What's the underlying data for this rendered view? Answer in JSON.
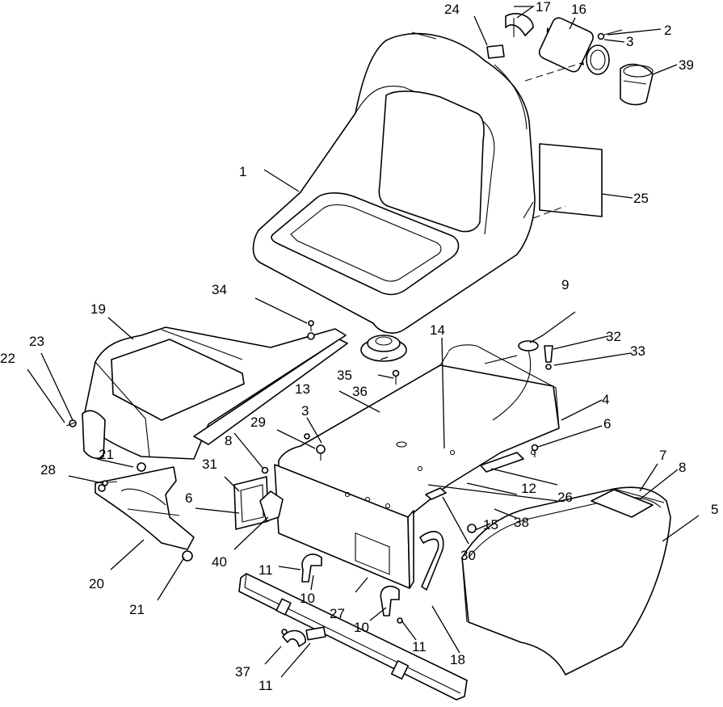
{
  "callouts": [
    {
      "id": "c1",
      "label": "1"
    },
    {
      "id": "c2",
      "label": "2"
    },
    {
      "id": "c3a",
      "label": "3"
    },
    {
      "id": "c3b",
      "label": "3"
    },
    {
      "id": "c4",
      "label": "4"
    },
    {
      "id": "c5",
      "label": "5"
    },
    {
      "id": "c6a",
      "label": "6"
    },
    {
      "id": "c6b",
      "label": "6"
    },
    {
      "id": "c7",
      "label": "7"
    },
    {
      "id": "c8a",
      "label": "8"
    },
    {
      "id": "c8b",
      "label": "8"
    },
    {
      "id": "c9",
      "label": "9"
    },
    {
      "id": "c10a",
      "label": "10"
    },
    {
      "id": "c10b",
      "label": "10"
    },
    {
      "id": "c11a",
      "label": "11"
    },
    {
      "id": "c11b",
      "label": "11"
    },
    {
      "id": "c11c",
      "label": "11"
    },
    {
      "id": "c12",
      "label": "12"
    },
    {
      "id": "c13",
      "label": "13"
    },
    {
      "id": "c14",
      "label": "14"
    },
    {
      "id": "c15",
      "label": "15"
    },
    {
      "id": "c16",
      "label": "16"
    },
    {
      "id": "c17",
      "label": "17"
    },
    {
      "id": "c18",
      "label": "18"
    },
    {
      "id": "c19",
      "label": "19"
    },
    {
      "id": "c20",
      "label": "20"
    },
    {
      "id": "c21a",
      "label": "21"
    },
    {
      "id": "c21b",
      "label": "21"
    },
    {
      "id": "c22",
      "label": "22"
    },
    {
      "id": "c23",
      "label": "23"
    },
    {
      "id": "c24",
      "label": "24"
    },
    {
      "id": "c25",
      "label": "25"
    },
    {
      "id": "c26",
      "label": "26"
    },
    {
      "id": "c27",
      "label": "27"
    },
    {
      "id": "c28",
      "label": "28"
    },
    {
      "id": "c29",
      "label": "29"
    },
    {
      "id": "c30",
      "label": "30"
    },
    {
      "id": "c31",
      "label": "31"
    },
    {
      "id": "c32",
      "label": "32"
    },
    {
      "id": "c33",
      "label": "33"
    },
    {
      "id": "c34",
      "label": "34"
    },
    {
      "id": "c35",
      "label": "35"
    },
    {
      "id": "c36",
      "label": "36"
    },
    {
      "id": "c37",
      "label": "37"
    },
    {
      "id": "c38",
      "label": "38"
    },
    {
      "id": "c39",
      "label": "39"
    },
    {
      "id": "c40",
      "label": "40"
    }
  ]
}
